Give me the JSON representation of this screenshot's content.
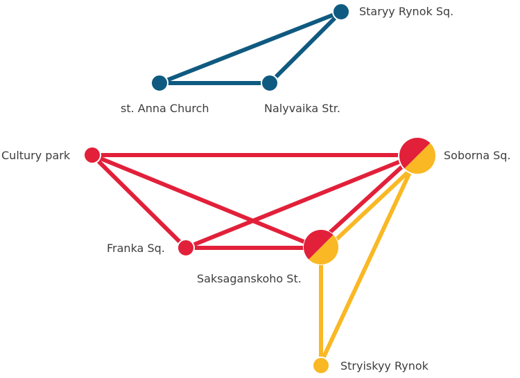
{
  "colors": {
    "blue": "#0f5a80",
    "red": "#e2203a",
    "yellow": "#f9b824",
    "text": "#3d3d3d"
  },
  "stations": {
    "staryy_rynok": "Staryy Rynok Sq.",
    "anna_church": "st. Anna Church",
    "nalyvaika": "Nalyvaika Str.",
    "cultury_park": "Cultury park",
    "soborna": "Soborna Sq.",
    "franka": "Franka Sq.",
    "saksaganskoho": "Saksaganskoho St.",
    "stryiskyy": "Stryiskyy Rynok"
  },
  "lines": [
    {
      "color": "blue",
      "stations": [
        "staryy_rynok",
        "anna_church",
        "nalyvaika",
        "staryy_rynok"
      ]
    },
    {
      "color": "red",
      "stations": [
        "cultury_park",
        "soborna",
        "franka",
        "saksaganskoho",
        "cultury_park",
        "franka"
      ]
    },
    {
      "color": "red",
      "stations": [
        "saksaganskoho",
        "soborna"
      ]
    },
    {
      "color": "yellow",
      "stations": [
        "saksaganskoho",
        "soborna",
        "stryiskyy",
        "saksaganskoho"
      ]
    }
  ]
}
